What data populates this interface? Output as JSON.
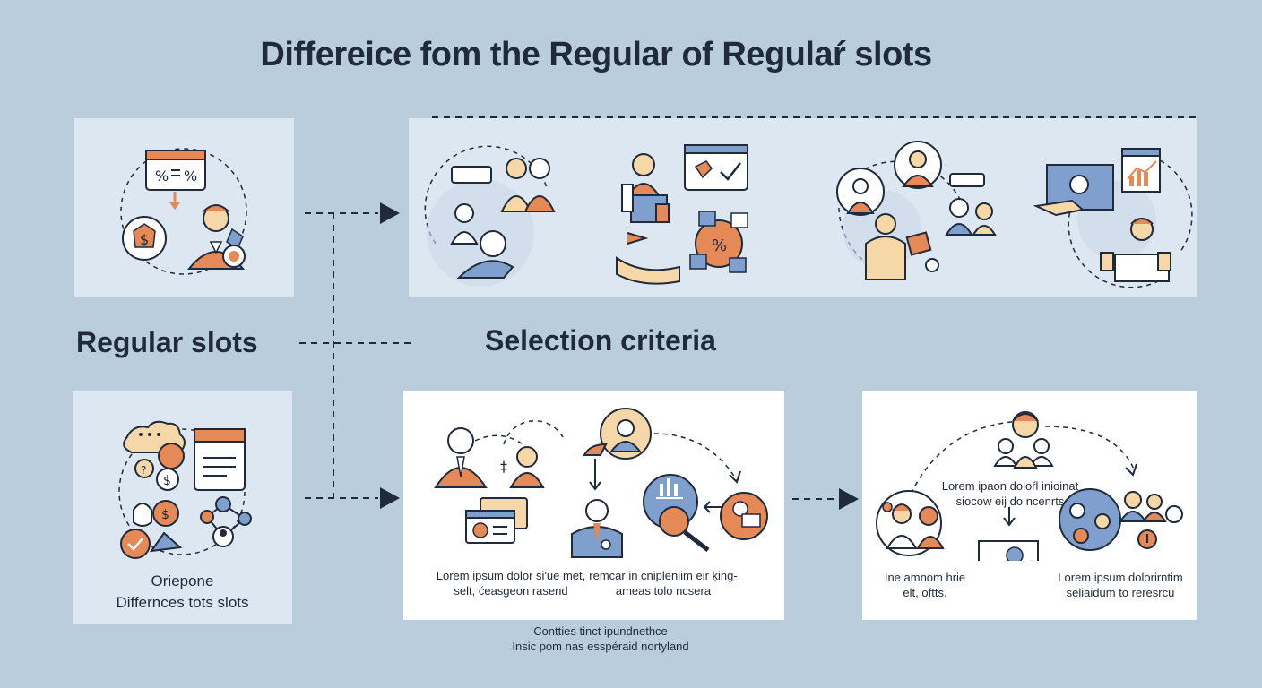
{
  "title": "Differeice fom the  Regular of Regulaŕ slots",
  "labels": {
    "regular_slots": "Regular slots",
    "selection_criteria": "Selection criteria"
  },
  "captions": {
    "left_bottom_1": "Oriepone",
    "left_bottom_2": "Differnces tots slots",
    "mid_left_1": "Lorem ipsum dolor śi'ūe met,",
    "mid_left_2": "selt, ćeasgeon rasend",
    "mid_right_1": "remcar in cnipleniim eir ķing-",
    "mid_right_2": "ameas tolo ncsera",
    "right_top_1": "Lorem ipaon doloŕl inioinat",
    "right_top_2": "siocow eij do ncenrts",
    "right_left_1": "Ine amnom hrie",
    "right_left_2": "elt, oftts.",
    "right_right_1": "Lorem ipsum dolorirntim",
    "right_right_2": "seliaidum to reresrcu",
    "footer_1": "Contties tinct ipundnethce",
    "footer_2": "Insic pom nas esspéraid nortyland"
  },
  "colors": {
    "background": "#b9cddd",
    "panel_light": "#dde7f1",
    "panel_white": "#ffffff",
    "accent_orange": "#e58a57",
    "accent_blue": "#7f9fcf",
    "accent_cream": "#f6d7a7",
    "ink": "#1f2a3a"
  },
  "icons": {
    "top_left": "calendar-percent-coin-person-icon",
    "top_1": "chat-people-handshake-icon",
    "top_2": "person-chart-hand-puzzle-icon",
    "top_3": "people-network-icon",
    "top_4": "screen-hand-chart-person-icon",
    "bottom_left": "money-document-network-icon",
    "bottom_mid": "people-cards-search-icon",
    "bottom_right": "people-image-network-icon"
  }
}
